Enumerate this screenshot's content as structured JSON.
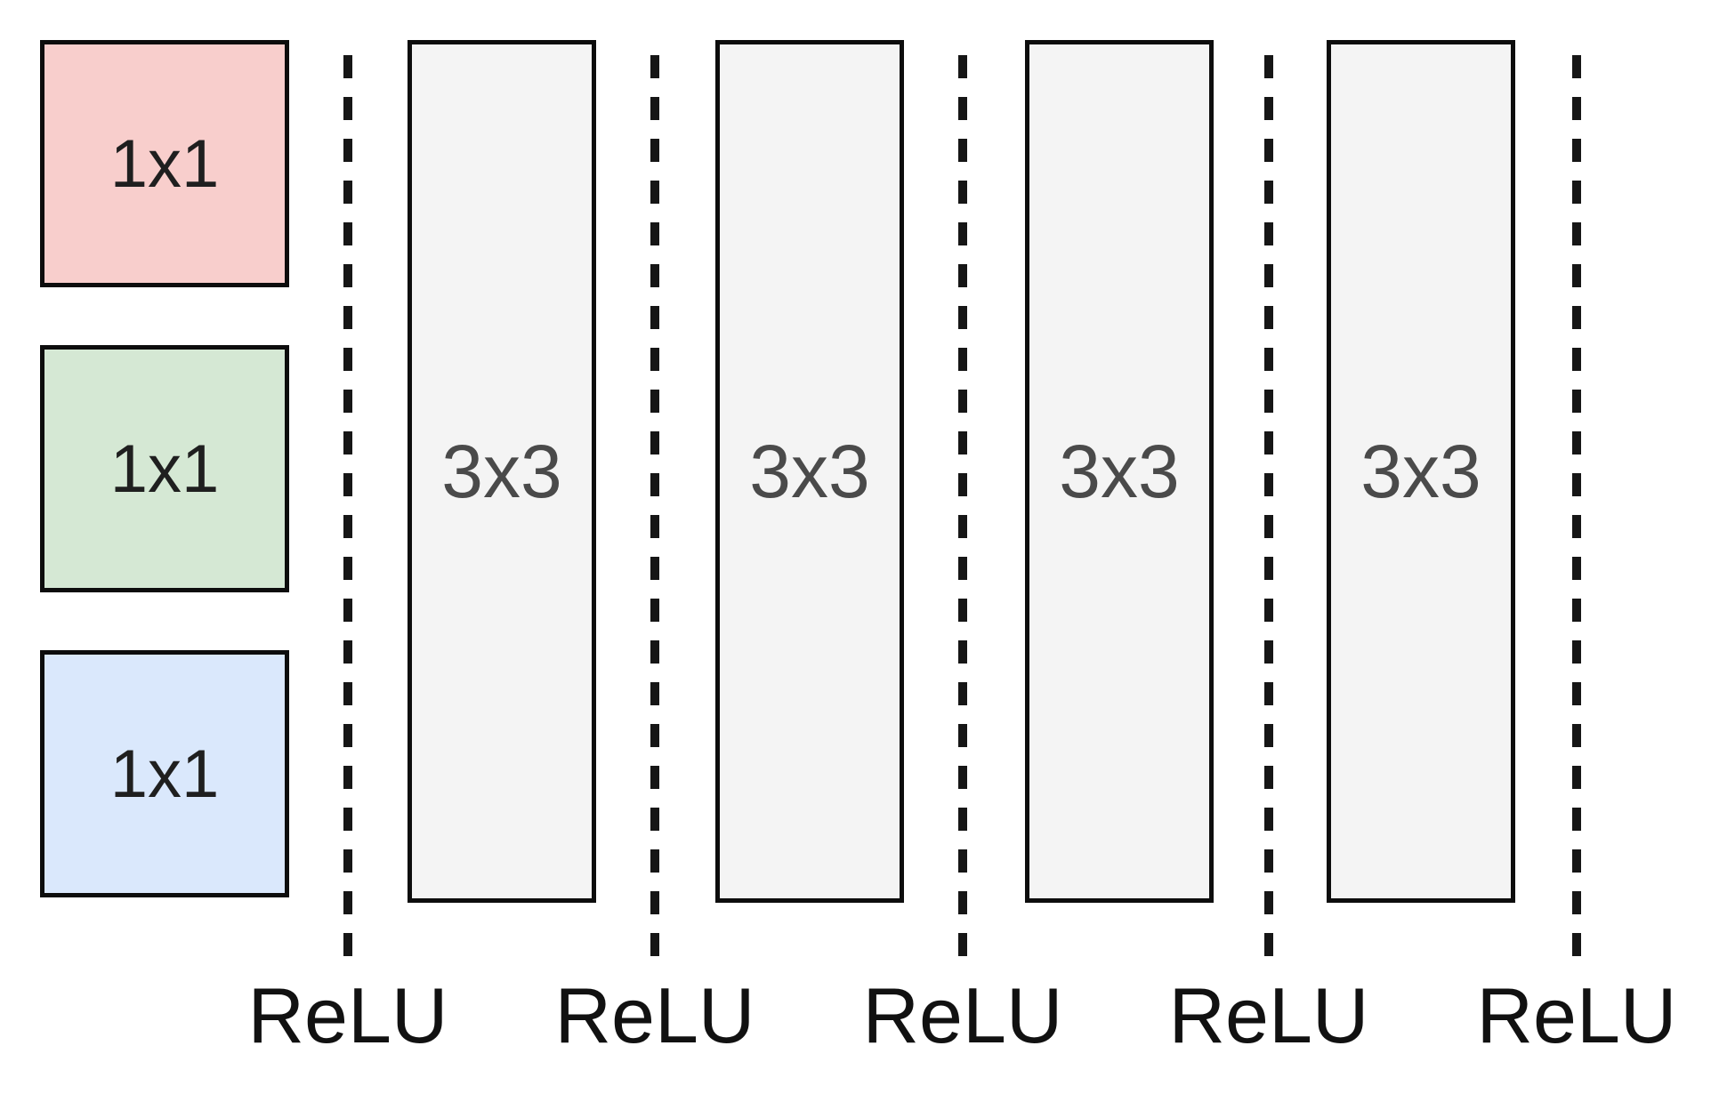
{
  "diagram": {
    "description": "Convolutional network block diagram: three 1x1 input blocks feed a stack of four 3x3 convolution layers separated by ReLU activation boundaries (dashed lines).",
    "input_blocks": [
      {
        "label": "1x1",
        "color_name": "red",
        "fill": "#f8cecc"
      },
      {
        "label": "1x1",
        "color_name": "green",
        "fill": "#d5e8d4"
      },
      {
        "label": "1x1",
        "color_name": "blue",
        "fill": "#dae8fc"
      }
    ],
    "conv_blocks": [
      {
        "label": "3x3"
      },
      {
        "label": "3x3"
      },
      {
        "label": "3x3"
      },
      {
        "label": "3x3"
      }
    ],
    "activation_labels": [
      "ReLU",
      "ReLU",
      "ReLU",
      "ReLU",
      "ReLU"
    ],
    "colors": {
      "background": "#ffffff",
      "block_border": "#0d0d0d",
      "conv_fill": "#f4f4f4",
      "conv_label_text": "#4a4a4a",
      "input_label_text": "#1f1f1f",
      "activation_text": "#111111",
      "dashed_line": "#161616"
    }
  }
}
